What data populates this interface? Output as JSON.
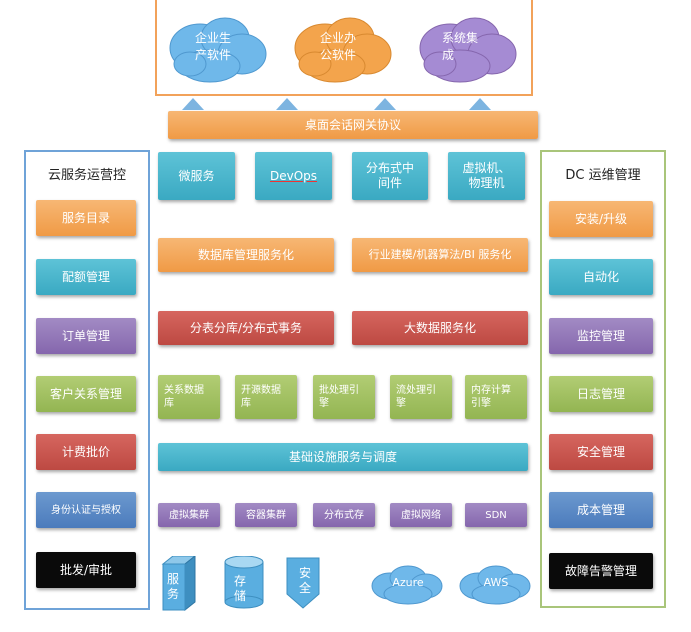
{
  "top_clouds": [
    "企业生产软件",
    "企业办公软件",
    "系统集成"
  ],
  "gateway": "桌面会话网关协议",
  "services_row": [
    "微服务",
    "DevOps",
    "分布式中间件",
    "虚拟机、物理机"
  ],
  "left_panel": {
    "title": "云服务运营控",
    "items": [
      "服务目录",
      "配额管理",
      "订单管理",
      "客户关系管理",
      "计费批价",
      "身份认证与授权",
      "批发/审批"
    ]
  },
  "right_panel": {
    "title": "DC 运维管理",
    "items": [
      "安装/升级",
      "自动化",
      "监控管理",
      "日志管理",
      "安全管理",
      "成本管理",
      "故障告警管理"
    ]
  },
  "center": {
    "db_service": "数据库管理服务化",
    "industry": "行业建模/机器算法/BI 服务化",
    "sharding": "分表分库/分布式事务",
    "bigdata": "大数据服务化",
    "data_tools": [
      "关系数据库",
      "开源数据库",
      "批处理引擎",
      "流处理引擎",
      "内存计算引擎"
    ],
    "infra": "基础设施服务与调度",
    "infra_items": [
      "虚拟集群",
      "容器集群",
      "分布式存",
      "虚拟网络",
      "SDN"
    ]
  },
  "bottom_shapes": [
    "服务",
    "存储",
    "安全"
  ],
  "bottom_clouds": [
    "Azure",
    "AWS"
  ],
  "colors": {
    "orange": "#f09a45",
    "teal": "#3aa9c2",
    "purple": "#8566ad",
    "green": "#93b552",
    "red": "#bd4942",
    "blue": "#4b7bbc",
    "black": "#0a0a0a",
    "top_frame": "#f2a25a",
    "left_frame": "#6fa3d8",
    "right_frame": "#a9c57a",
    "arrow": "#7db4e0"
  }
}
